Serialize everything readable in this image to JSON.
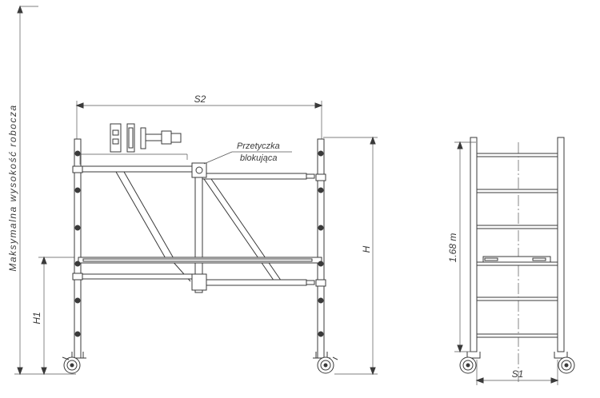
{
  "labels": {
    "max_height": "Maksymalna wysokość robocza",
    "s2": "S2",
    "h": "H",
    "h1": "H1",
    "lock_pin_line1": "Przetyczka",
    "lock_pin_line2": "blokująca",
    "height_168": "1.68 m",
    "s1": "S1"
  },
  "colors": {
    "line": "#3a3a3a",
    "background": "#ffffff"
  }
}
